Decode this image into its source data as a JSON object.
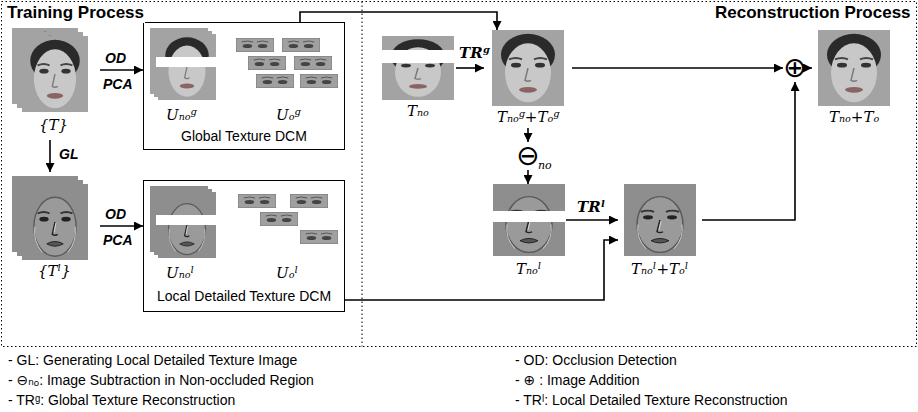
{
  "diagram": {
    "nodes": [
      {
        "text": [
          "{T}"
        ]
      },
      {
        "text": [
          "Uₙₒᵍ",
          "Uₒᵍ",
          "Global Texture DCM"
        ]
      },
      {
        "text": [
          "{Tˡ}"
        ]
      },
      {
        "text": [
          "Uₙₒˡ",
          "Uₒˡ",
          "Local Detailed Texture DCM"
        ]
      },
      {
        "text": [
          "Tₙₒ"
        ]
      },
      {
        "text": [
          "Tₙₒᵍ+Tₒᵍ"
        ]
      },
      {
        "text": [
          "⊕"
        ]
      },
      {
        "text": [
          "Tₙₒ+Tₒ"
        ]
      },
      {
        "text": [
          "⊖",
          "no"
        ]
      },
      {
        "text": [
          "Tₙₒˡ"
        ]
      },
      {
        "text": [
          "Tₙₒˡ+Tₒˡ"
        ]
      }
    ],
    "edges": [
      {
        "from": 0,
        "to": 1,
        "arrow": "to",
        "label": "OD"
      },
      {
        "from": 0,
        "to": 2,
        "arrow": "to",
        "label": "GL"
      },
      {
        "from": 2,
        "to": 3,
        "arrow": "to",
        "label": "OD"
      },
      {
        "from": 4,
        "to": 5,
        "arrow": "to",
        "label": "TRᵍ"
      },
      {
        "from": 1,
        "to": 5,
        "arrow": "to"
      },
      {
        "from": 5,
        "to": 8,
        "arrow": "to"
      },
      {
        "from": 8,
        "to": 9,
        "arrow": "to"
      },
      {
        "from": 9,
        "to": 10,
        "arrow": "to",
        "label": "TRˡ"
      },
      {
        "from": 3,
        "to": 10,
        "arrow": "to"
      },
      {
        "from": 5,
        "to": 6,
        "arrow": "to"
      },
      {
        "from": 10,
        "to": 6,
        "arrow": "to"
      },
      {
        "from": 6,
        "to": 7,
        "arrow": "to"
      }
    ],
    "labels": [
      "Training Process",
      "Reconstruction Process",
      "PCA",
      "PCA"
    ],
    "legend": [
      {
        "text": "- GL: Generating Local Detailed Texture Image"
      },
      {
        "text": "- OD: Occlusion Detection"
      },
      {
        "text": "- ⊖ₙₒ: Image Subtraction in Non-occluded Region"
      },
      {
        "text": "- ⊕ : Image Addition"
      },
      {
        "text": "- TRᵍ: Global Texture Reconstruction"
      },
      {
        "text": "- TRˡ: Local Detailed Texture Reconstruction"
      }
    ]
  }
}
